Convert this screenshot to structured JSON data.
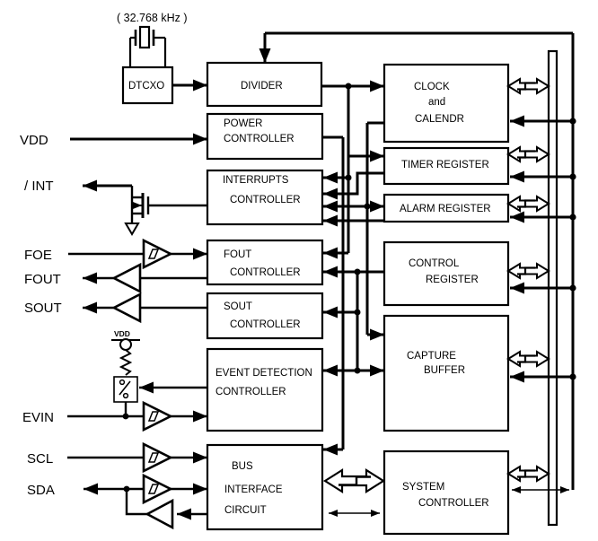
{
  "colors": {
    "line": "#000000",
    "background": "#ffffff"
  },
  "annotations": {
    "crystal_freq": "( 32.768 kHz )",
    "pullup_vdd": "VDD"
  },
  "ports": {
    "vdd": "VDD",
    "int": "/ INT",
    "foe": "FOE",
    "fout": "FOUT",
    "sout": "SOUT",
    "evin": "EVIN",
    "scl": "SCL",
    "sda": "SDA"
  },
  "blocks": {
    "dtcxo": {
      "label": "DTCXO"
    },
    "divider": {
      "label": "DIVIDER"
    },
    "power": {
      "line1": "POWER",
      "line2": "CONTROLLER"
    },
    "interrupts": {
      "line1": "INTERRUPTS",
      "line2": "CONTROLLER"
    },
    "fout_ctrl": {
      "line1": "FOUT",
      "line2": "CONTROLLER"
    },
    "sout_ctrl": {
      "line1": "SOUT",
      "line2": "CONTROLLER"
    },
    "event": {
      "line1": "EVENT DETECTION",
      "line2": "CONTROLLER"
    },
    "bus": {
      "line1": "BUS",
      "line2": "INTERFACE",
      "line3": "CIRCUIT"
    },
    "clock": {
      "line1": "CLOCK",
      "line2": "and",
      "line3": "CALENDR"
    },
    "timer": {
      "label": "TIMER REGISTER"
    },
    "alarm": {
      "label": "ALARM REGISTER"
    },
    "control": {
      "line1": "CONTROL",
      "line2": "REGISTER"
    },
    "capture": {
      "line1": "CAPTURE",
      "line2": "BUFFER"
    },
    "system": {
      "line1": "SYSTEM",
      "line2": "CONTROLLER"
    }
  }
}
